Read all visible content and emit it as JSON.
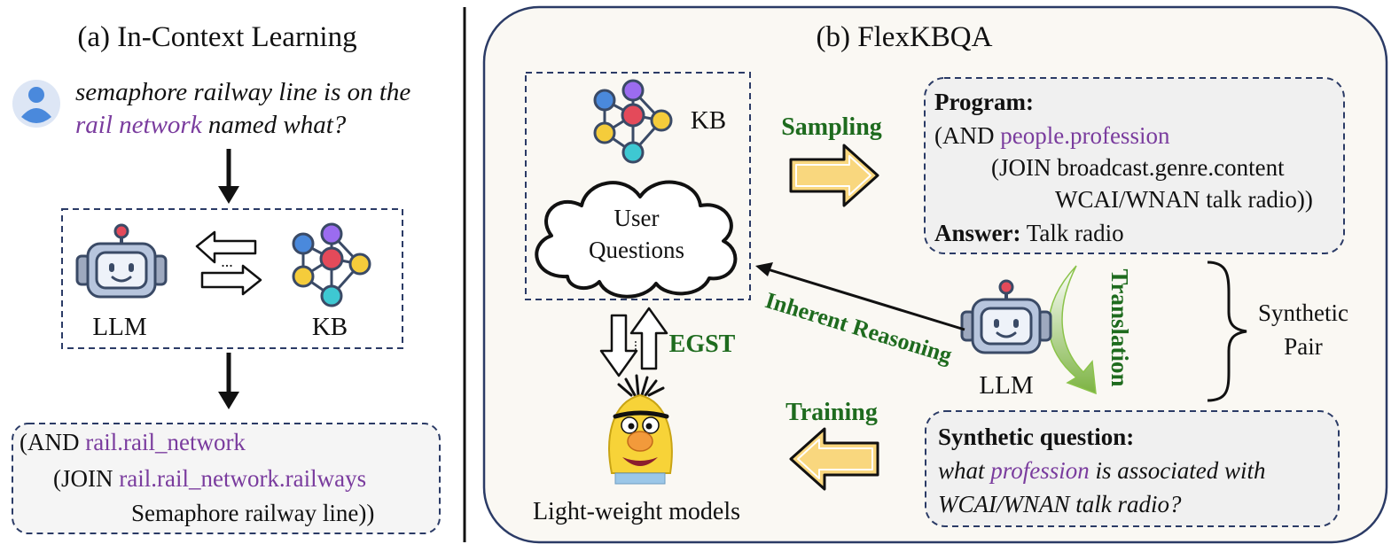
{
  "colors": {
    "purple": "#7A3C9E",
    "green": "#1E6B1E",
    "box_fill": "#F5F5F5",
    "panel_fill": "#FAF8F3",
    "dashed_stroke": "#2B3B66",
    "arrow_yellow": "#F9D77E",
    "arrow_gradient_green": "#8BC34A"
  },
  "icons": {
    "user": "user-avatar-icon",
    "robot": "robot-icon",
    "graph": "knowledge-graph-icon",
    "cloud": "cloud-icon",
    "bert": "bert-puppet-icon"
  },
  "panel_a": {
    "title": "(a) In-Context Learning",
    "question_line1": "semaphore railway line is on the",
    "question_highlight": "rail network",
    "question_line2_rest": " named what?",
    "llm_label": "LLM",
    "kb_label": "KB",
    "ellipsis": "...",
    "program_line1_prefix": "(AND ",
    "program_line1_rel": "rail.rail_network",
    "program_line2_prefix": "(JOIN ",
    "program_line2_rel": "rail.rail_network.railways",
    "program_line3": "Semaphore railway line))"
  },
  "panel_b": {
    "title": "(b) FlexKBQA",
    "kb_label": "KB",
    "cloud_line1": "User",
    "cloud_line2": "Questions",
    "sampling_label": "Sampling",
    "training_label": "Training",
    "egst_label": "EGST",
    "inherent_label": "Inherent Reasoning",
    "translation_label": "Translation",
    "llm_label": "LLM",
    "lightweight_label": "Light-weight models",
    "synthetic_pair_line1": "Synthetic",
    "synthetic_pair_line2": "Pair",
    "egst_ellipsis": "...",
    "program_heading": "Program:",
    "program_line1_prefix": "(AND ",
    "program_line1_rel": "people.profession",
    "program_line2": "(JOIN broadcast.genre.content",
    "program_line3": "WCAI/WNAN talk radio))",
    "answer_label": "Answer:",
    "answer_value": " Talk radio",
    "synq_heading": "Synthetic question:",
    "synq_line1_prefix": "what ",
    "synq_line1_highlight": "profession",
    "synq_line1_rest": " is associated with",
    "synq_line2": "WCAI/WNAN talk radio?"
  }
}
